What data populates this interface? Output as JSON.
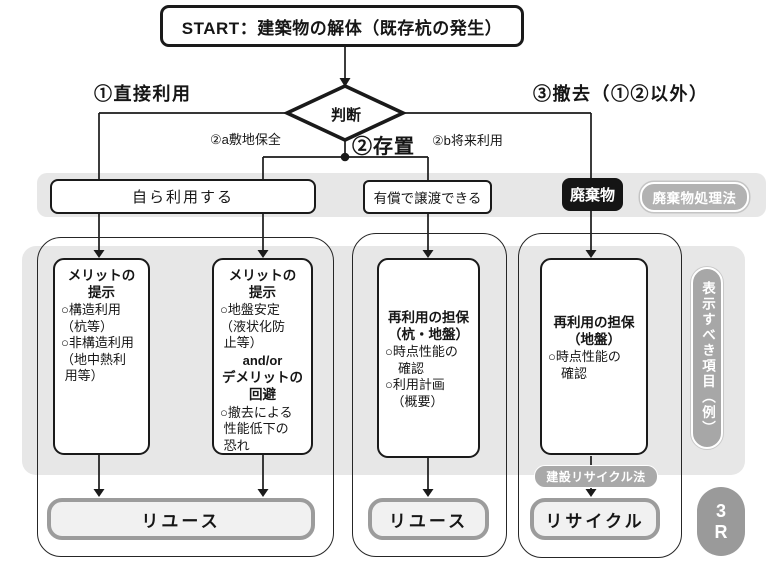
{
  "start": "START：建築物の解体（既存杭の発生）",
  "decision": "判断",
  "branches": {
    "direct_use": "①直接利用",
    "leave_in_place": "②存置",
    "site_preservation": "②a敷地保全",
    "future_use": "②b将来利用",
    "removal": "③撤去（①②以外）"
  },
  "row1": {
    "self_use": "自ら利用する",
    "paid_transfer": "有償で譲渡できる",
    "waste": "廃棄物",
    "waste_law": "廃棄物処理法"
  },
  "boxes": {
    "merit_direct": {
      "heading": "メリットの\n提示",
      "body": "○構造利用\n（杭等）\n○非構造利用\n（地中熱利\n 用等）"
    },
    "merit_preserve": {
      "heading": "メリットの\n提示",
      "body": "○地盤安定\n（液状化防\n 止等）",
      "connector": "and/or",
      "heading2": "デメリットの\n回避",
      "body2": "○撤去による\n 性能低下の\n 恐れ"
    },
    "reuse_guarantee_pile": {
      "heading": "再利用の担保\n（杭・地盤）",
      "body": "○時点性能の\n　確認\n○利用計画\n　（概要）"
    },
    "reuse_guarantee_ground": {
      "heading": "再利用の担保\n（地盤）",
      "body": "○時点性能の\n　確認"
    }
  },
  "recycle_law": "建設リサイクル法",
  "outcomes": {
    "reuse_direct": "リユース",
    "reuse_transfer": "リユース",
    "recycle": "リサイクル"
  },
  "side_label": "表示すべき項目（例）",
  "r3": "3\nR",
  "colors": {
    "band": "#e7e7e7",
    "dark": "#1a1a1a",
    "blackbox": "#151515",
    "badge": "#b2b2b2",
    "badge2": "#a9a9a9",
    "pill": "#a7a7a7",
    "r3": "#9a9a9a",
    "outcomeFill": "#f1f1f1",
    "outcomeBorder": "#9c9c9c"
  }
}
